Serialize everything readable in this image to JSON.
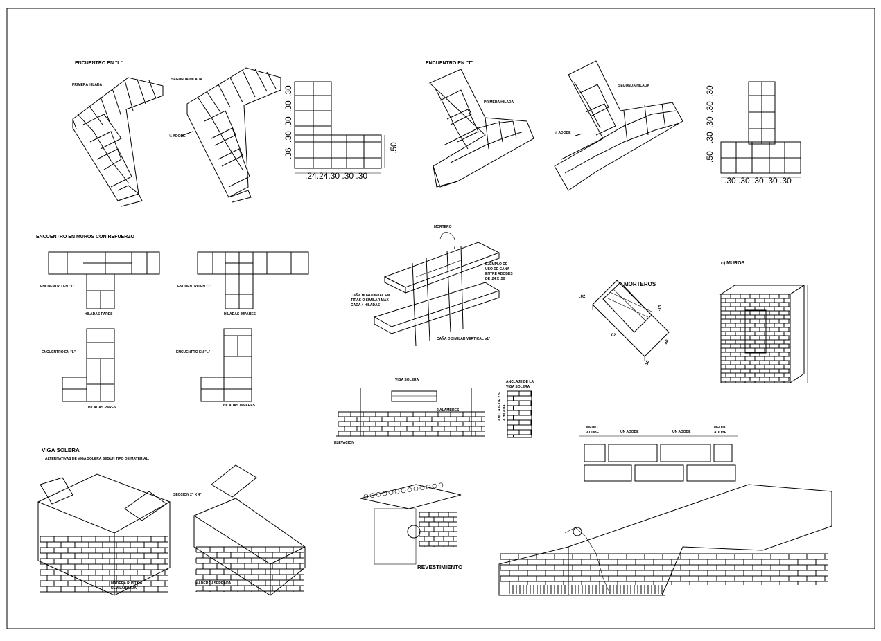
{
  "encuentro_l": {
    "title": "ENCUENTRO EN \"L\"",
    "primera": "PRIMERA HILADA",
    "segunda": "SEGUNDA HILADA",
    "adobe_frac": "½ ADOBE",
    "dims_v": [
      ".30",
      ".30",
      ".30",
      ".30",
      ".36"
    ],
    "dim_side": ".50",
    "dims_h": ".24.24.30 .30 .30"
  },
  "encuentro_t": {
    "title": "ENCUENTRO EN \"T\"",
    "primera": "PRIMERA HILADA",
    "segunda": "SEGUNDA HILADA",
    "adobe_frac": "½ ADOBE",
    "dims_v": [
      ".30",
      ".30",
      ".30",
      ".30",
      ".50"
    ],
    "dims_h": ".30 .30 .30 .30 .30"
  },
  "refuerzo": {
    "title": "ENCUENTRO EN MUROS CON REFUERZO",
    "t_label": "ENCUENTRO EN \"T\"",
    "l_label": "ENCUENTRO EN \"L\"",
    "pares": "HILADAS PARES",
    "impares": "HILADAS IMPARES"
  },
  "mortero_detail": {
    "mortero": "MORTERO",
    "ejemplo": [
      "EJEMPLO DE",
      "USO DE CAÑA",
      "ENTRE ADOBES",
      "DE .24 X .50"
    ],
    "cana_h": [
      "CAÑA HORIZONTAL EN",
      "TIRAS O SIMILAR MAX",
      "CADA 4 HILADAS"
    ],
    "cana_v": "CAÑA O SIMILAR VERTICAL ø1\""
  },
  "morteros": {
    "title": "MORTEROS",
    "dims": [
      ".02",
      ".02",
      ".10",
      ".40",
      ".10"
    ]
  },
  "muros": {
    "title": "c) MUROS"
  },
  "elevacion": {
    "viga": "VIGA SOLERA",
    "alambres": "2 ALAMBRES",
    "label": "ELEVACION",
    "anclaje": [
      "ANCLAJE DE LA",
      "VIGA SOLERA"
    ],
    "anclaje_v": [
      "ANCLAJE DE Y.S.",
      "A HILADA"
    ]
  },
  "adobe_sizes": {
    "medio_l": [
      "MEDIO",
      "ADOBE"
    ],
    "un_adobe": "UN ADOBE",
    "medio_r": [
      "MEDIO",
      "ADOBE"
    ]
  },
  "viga_solera": {
    "title": "VIGA SOLERA",
    "subtitle": "ALTERNATIVAS DE VIGA SOLERA SEGUN TIPO DE MATERIAL:",
    "seccion": "SECCION 2\" X 4\"",
    "rustica": [
      "MADERA RUSTICA",
      "SEMILABRADA"
    ],
    "aserrada": "MADERA ASERRADA"
  },
  "revestimiento": {
    "title": "REVESTIMIENTO"
  }
}
